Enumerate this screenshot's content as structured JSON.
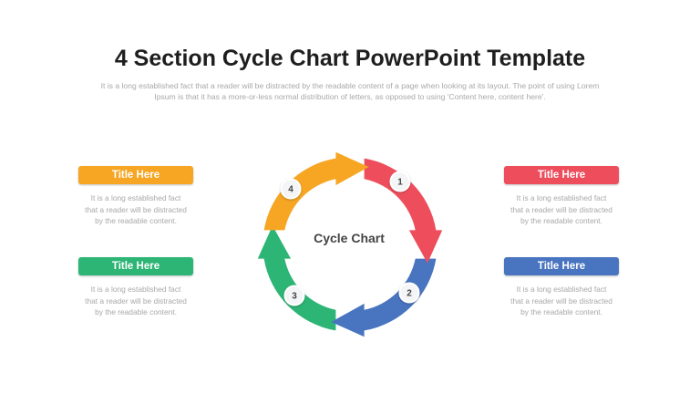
{
  "header": {
    "title": "4 Section Cycle Chart PowerPoint Template",
    "subtitle": "It is a long established fact that a reader will be distracted by the readable content of a page when looking at its layout. The point of using Lorem Ipsum is that it has a more-or-less normal distribution of letters, as opposed to using 'Content here, content here'."
  },
  "cycle": {
    "center_label": "Cycle Chart",
    "sections": [
      {
        "number": "1",
        "color": "#ee4e5c"
      },
      {
        "number": "2",
        "color": "#4874c0"
      },
      {
        "number": "3",
        "color": "#2cb574"
      },
      {
        "number": "4",
        "color": "#f6a623"
      }
    ]
  },
  "cards": {
    "top_left": {
      "title": "Title Here",
      "text": "It is a long established fact that a reader will be distracted by the readable content.",
      "color": "#f6a623"
    },
    "bottom_left": {
      "title": "Title Here",
      "text": "It is a long established fact that a reader will be distracted by the readable content.",
      "color": "#2cb574"
    },
    "top_right": {
      "title": "Title Here",
      "text": "It is a long established fact that a reader will be distracted by the readable content.",
      "color": "#ee4e5c"
    },
    "bottom_right": {
      "title": "Title Here",
      "text": "It is a long established fact that a reader will be distracted by the readable content.",
      "color": "#4874c0"
    }
  }
}
